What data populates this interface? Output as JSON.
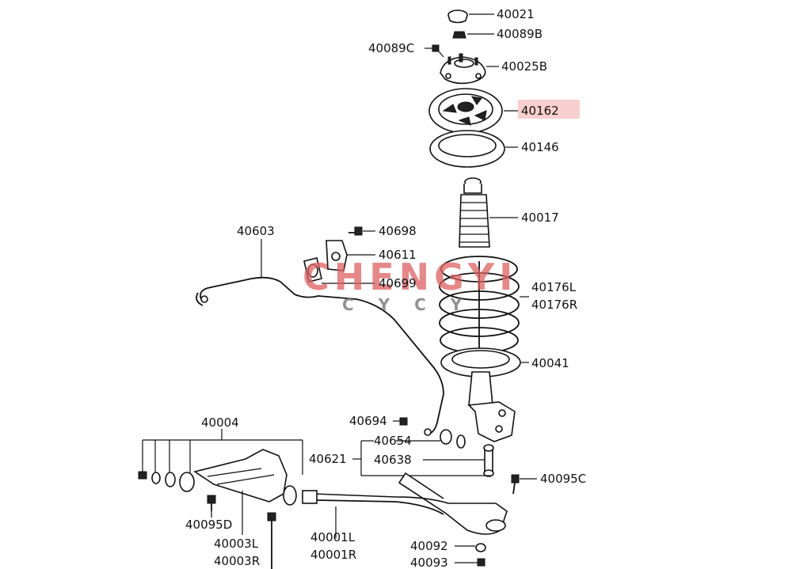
{
  "part_labels": {
    "p40021": "40021",
    "p40089B": "40089B",
    "p40089C": "40089C",
    "p40025B": "40025B",
    "p40162": "40162",
    "p40146": "40146",
    "p40017": "40017",
    "p40603": "40603",
    "p40698": "40698",
    "p40611": "40611",
    "p40699": "40699",
    "p40176L": "40176L",
    "p40176R": "40176R",
    "p40041": "40041",
    "p40004": "40004",
    "p40694": "40694",
    "p40654": "40654",
    "p40621": "40621",
    "p40638": "40638",
    "p40095C": "40095C",
    "p40095D": "40095D",
    "p40003L": "40003L",
    "p40003R": "40003R",
    "p40001L": "40001L",
    "p40001R": "40001R",
    "p40092": "40092",
    "p40093": "40093"
  },
  "highlighted_part": "40162",
  "highlight_color": "#f7c6c6",
  "watermark": {
    "main": "CHENGYI",
    "sub": "C Y C Y",
    "main_color": "#e06060",
    "sub_color": "#777777"
  }
}
